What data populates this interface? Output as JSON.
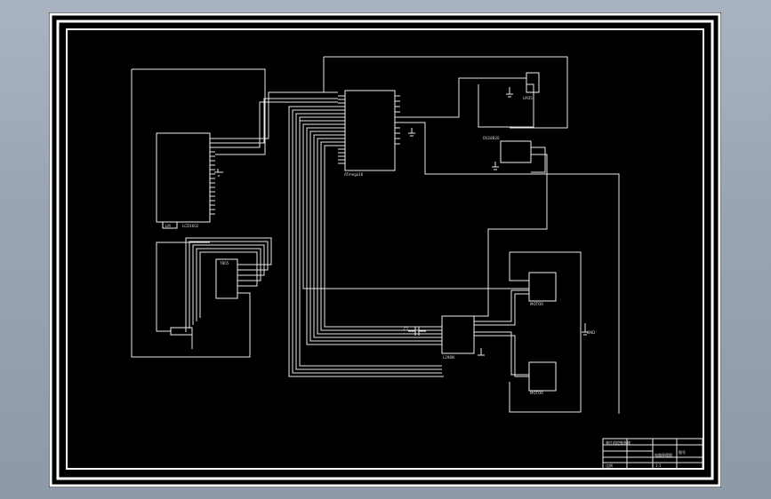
{
  "drawing": {
    "chips": {
      "mcu_label": "ATmega16",
      "lcd_label": "LCD1602",
      "lcd_sub_label": "LM",
      "regulator_label": "7805",
      "driver_label": "L298N",
      "motor_top_label": "MOTOR",
      "motor_bottom_label": "MOTOR",
      "sensor_top_label": "LM35",
      "sensor_mid_label": "DS18B20",
      "gnd_label": "GND",
      "cap_label": "C1"
    },
    "title_block": {
      "row1": "单片机控制系统",
      "row2": "电路原理图",
      "drawing_no": "图号",
      "scale": "比例",
      "sheet": "1:1"
    }
  }
}
